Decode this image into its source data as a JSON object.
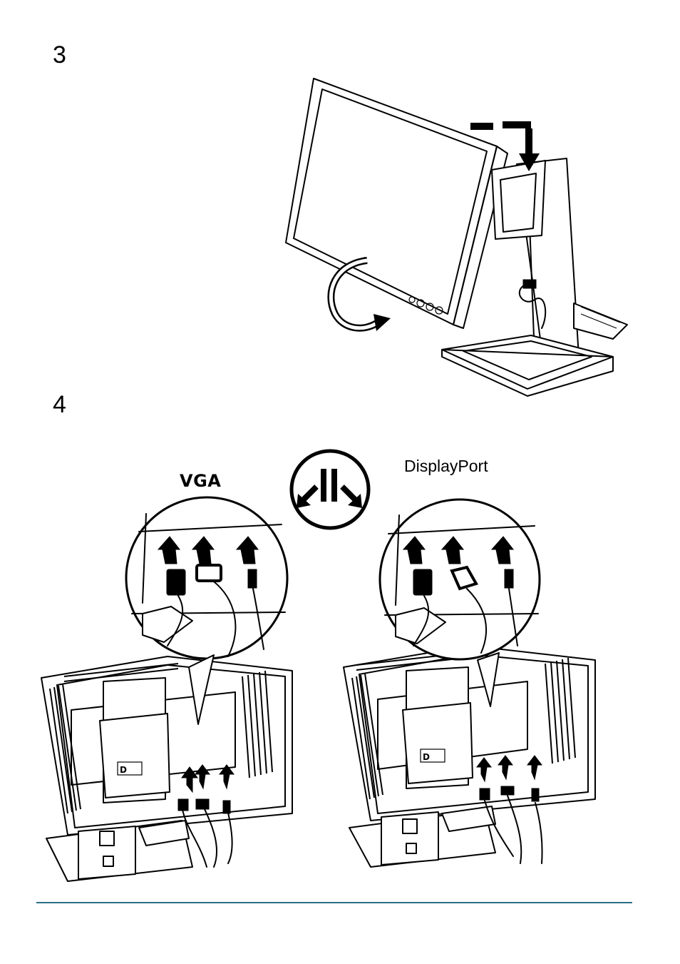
{
  "steps": {
    "three": "3",
    "four": "4"
  },
  "labels": {
    "vga": "VGA",
    "displayport": "DisplayPort"
  },
  "colors": {
    "rule": "#2a6f86"
  }
}
